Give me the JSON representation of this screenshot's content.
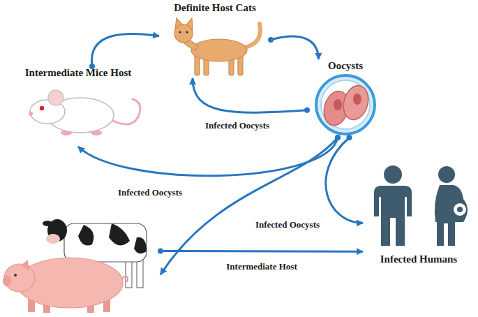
{
  "diagram": {
    "nodes": [
      {
        "text": [
          "Definite Host Cats"
        ]
      },
      {
        "text": [
          "Intermediate Mice Host"
        ]
      },
      {
        "text": [
          "Oocysts"
        ]
      },
      {
        "text": [
          "Infected Humans"
        ]
      },
      {
        "text": []
      }
    ],
    "edges": [
      {
        "from": 1,
        "to": 0,
        "arrow": "to"
      },
      {
        "from": 0,
        "to": 2,
        "arrow": "to"
      },
      {
        "from": 2,
        "to": 0,
        "label": "Infected Oocysts",
        "arrow": "to"
      },
      {
        "from": 2,
        "to": 1,
        "label": "Infected Oocysts",
        "arrow": "to"
      },
      {
        "from": 2,
        "to": 4,
        "arrow": "to"
      },
      {
        "from": 2,
        "to": 3,
        "label": "Infected Oocysts",
        "arrow": "to"
      },
      {
        "from": 4,
        "to": 3,
        "label": "Intermediate Host",
        "arrow": "to"
      }
    ]
  }
}
